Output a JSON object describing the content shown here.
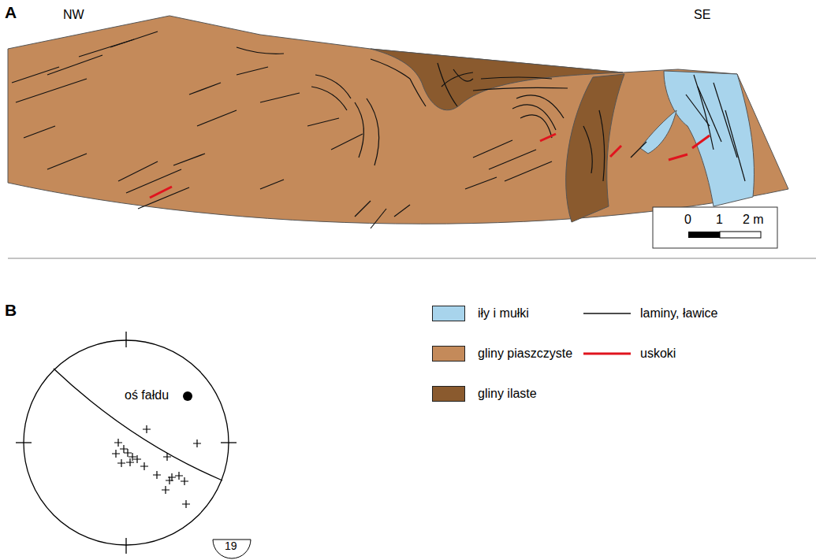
{
  "diagram": {
    "labels": [
      "A",
      "NW",
      "SE",
      "0",
      "1",
      "2 m",
      "B",
      "oś fałdu",
      "19"
    ],
    "legend": [
      {
        "text": "iły i mułki",
        "color": "#a8d4ec"
      },
      {
        "text": "gliny piaszczyste",
        "color": "#c48a5a"
      },
      {
        "text": "gliny ilaste",
        "color": "#8a5a2e"
      },
      {
        "text": "laminy, ławice"
      },
      {
        "text": "uskoki"
      }
    ]
  }
}
